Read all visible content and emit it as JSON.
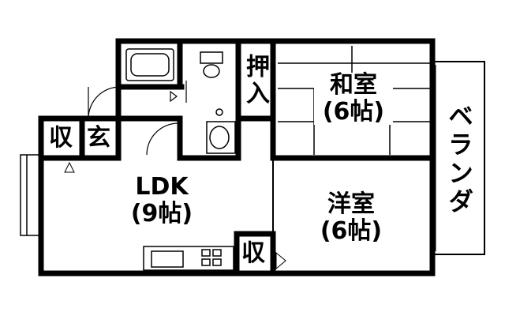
{
  "rooms": {
    "ldk": {
      "name": "LDK",
      "size": "(9帖)"
    },
    "washitsu": {
      "name": "和室",
      "size": "(6帖)"
    },
    "youshitsu": {
      "name": "洋室",
      "size": "(6帖)"
    },
    "veranda": {
      "name": "ベランダ"
    },
    "oshiire": {
      "name": "押入"
    },
    "genkan": {
      "name": "玄"
    },
    "storage_entry": {
      "name": "収"
    },
    "storage_ldk": {
      "name": "収"
    }
  }
}
